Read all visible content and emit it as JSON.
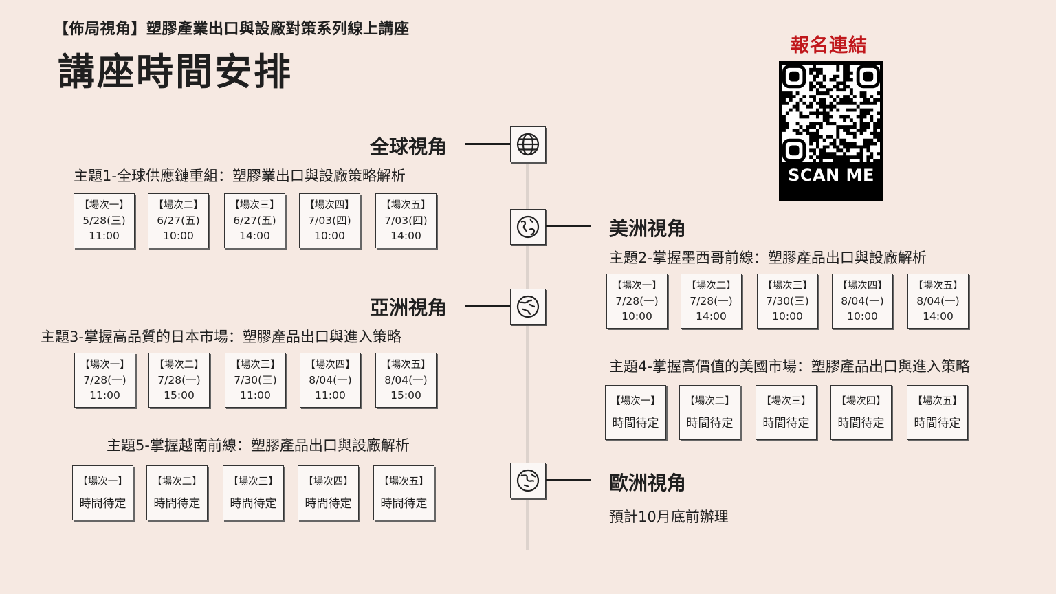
{
  "header": {
    "subtitle": "【佈局視角】塑膠產業出口與設廠對策系列線上講座",
    "title": "講座時間安排"
  },
  "qr": {
    "label": "報名連結",
    "scan_text": "SCAN ME"
  },
  "regions": {
    "global": {
      "name": "全球視角",
      "icon": "globe-icon",
      "topic": "主題1-全球供應鏈重組：塑膠業出口與設廠策略解析",
      "sessions": [
        {
          "label": "【場次一】",
          "date": "5/28(三)",
          "time": "11:00"
        },
        {
          "label": "【場次二】",
          "date": "6/27(五)",
          "time": "10:00"
        },
        {
          "label": "【場次三】",
          "date": "6/27(五)",
          "time": "14:00"
        },
        {
          "label": "【場次四】",
          "date": "7/03(四)",
          "time": "10:00"
        },
        {
          "label": "【場次五】",
          "date": "7/03(四)",
          "time": "14:00"
        }
      ]
    },
    "americas": {
      "name": "美洲視角",
      "icon": "americas-globe-icon",
      "topic2": "主題2-掌握墨西哥前線：塑膠產品出口與設廠解析",
      "sessions2": [
        {
          "label": "【場次一】",
          "date": "7/28(一)",
          "time": "10:00"
        },
        {
          "label": "【場次二】",
          "date": "7/28(一)",
          "time": "14:00"
        },
        {
          "label": "【場次三】",
          "date": "7/30(三)",
          "time": "10:00"
        },
        {
          "label": "【場次四】",
          "date": "8/04(一)",
          "time": "10:00"
        },
        {
          "label": "【場次五】",
          "date": "8/04(一)",
          "time": "14:00"
        }
      ],
      "topic4": "主題4-掌握高價值的美國市場：塑膠產品出口與進入策略",
      "sessions4": [
        {
          "label": "【場次一】",
          "tbd": "時間待定"
        },
        {
          "label": "【場次二】",
          "tbd": "時間待定"
        },
        {
          "label": "【場次三】",
          "tbd": "時間待定"
        },
        {
          "label": "【場次四】",
          "tbd": "時間待定"
        },
        {
          "label": "【場次五】",
          "tbd": "時間待定"
        }
      ]
    },
    "asia": {
      "name": "亞洲視角",
      "icon": "asia-globe-icon",
      "topic3": "主題3-掌握高品質的日本市場：塑膠產品出口與進入策略",
      "sessions3": [
        {
          "label": "【場次一】",
          "date": "7/28(一)",
          "time": "11:00"
        },
        {
          "label": "【場次二】",
          "date": "7/28(一)",
          "time": "15:00"
        },
        {
          "label": "【場次三】",
          "date": "7/30(三)",
          "time": "11:00"
        },
        {
          "label": "【場次四】",
          "date": "8/04(一)",
          "time": "11:00"
        },
        {
          "label": "【場次五】",
          "date": "8/04(一)",
          "time": "15:00"
        }
      ],
      "topic5": "主題5-掌握越南前線：塑膠產品出口與設廠解析",
      "sessions5": [
        {
          "label": "【場次一】",
          "tbd": "時間待定"
        },
        {
          "label": "【場次二】",
          "tbd": "時間待定"
        },
        {
          "label": "【場次三】",
          "tbd": "時間待定"
        },
        {
          "label": "【場次四】",
          "tbd": "時間待定"
        },
        {
          "label": "【場次五】",
          "tbd": "時間待定"
        }
      ]
    },
    "europe": {
      "name": "歐洲視角",
      "icon": "europe-globe-icon",
      "note": "預計10月底前辦理"
    }
  },
  "colors": {
    "background": "#f6e9e2",
    "accent_red": "#c0181c"
  }
}
